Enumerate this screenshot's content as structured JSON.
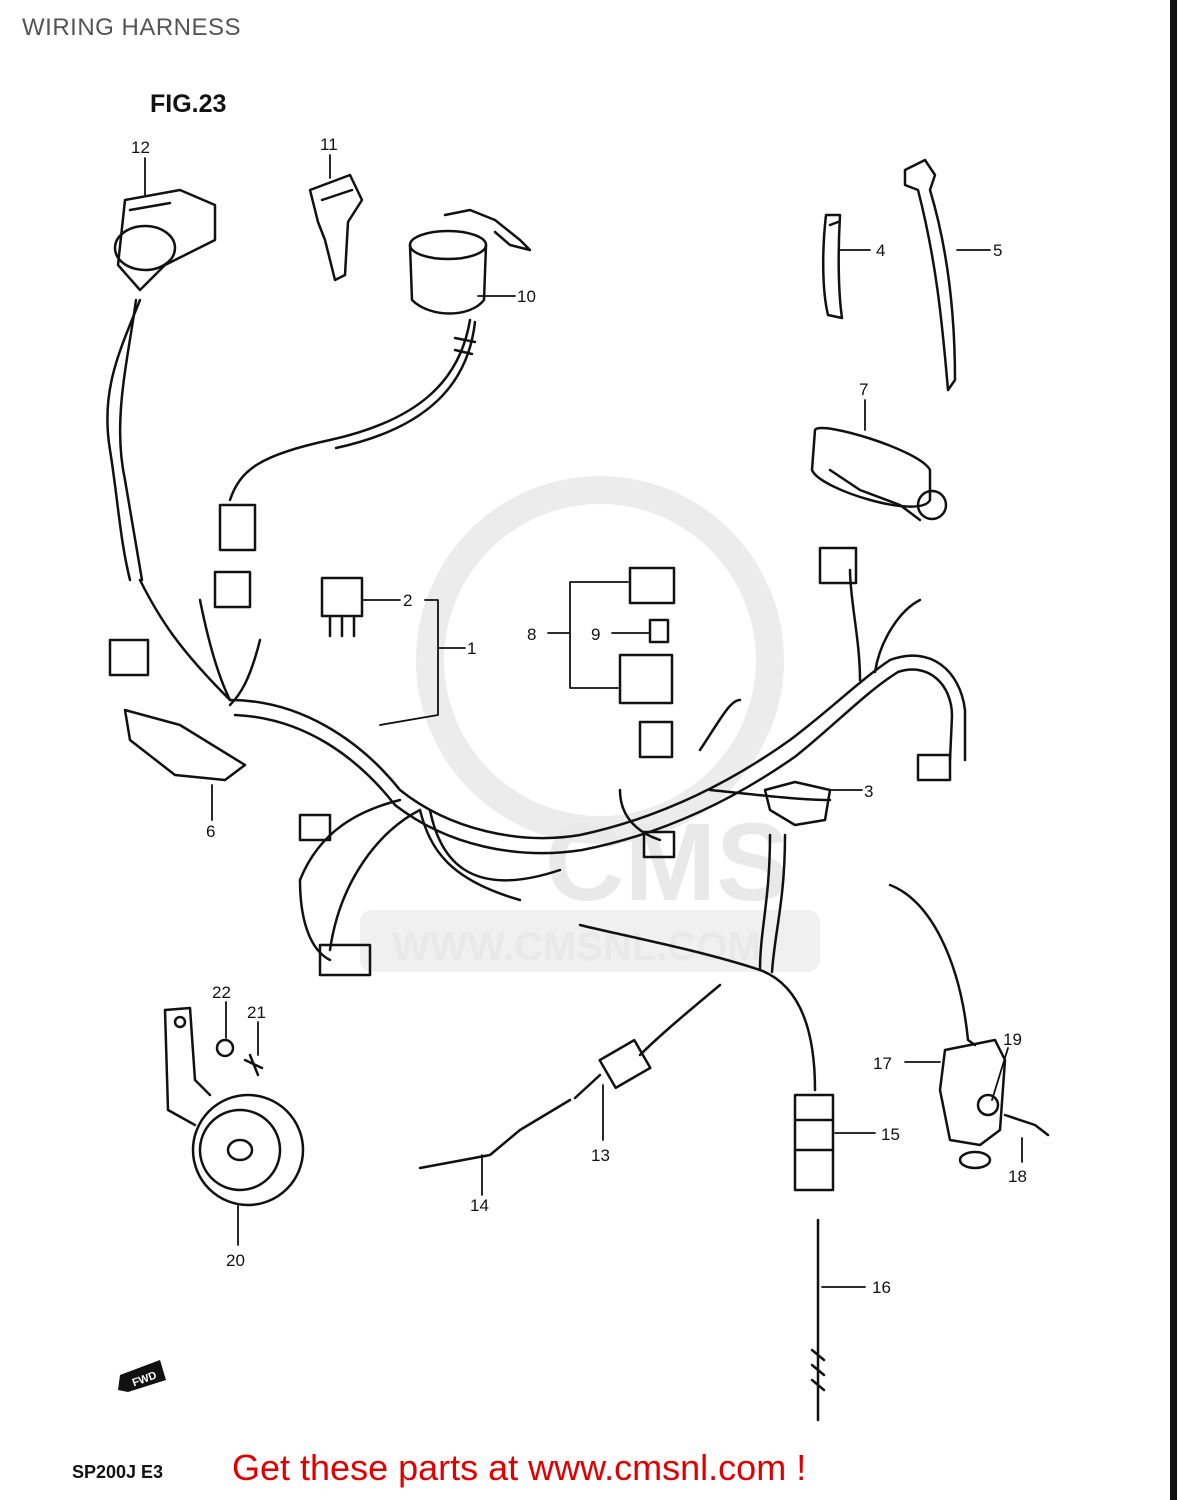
{
  "header": {
    "title": "WIRING HARNESS"
  },
  "figure": {
    "label": "FIG.23"
  },
  "watermark": {
    "text": "WWW.CMSNL.COM",
    "logo": "CMS"
  },
  "callouts": [
    {
      "id": "1",
      "text": "1"
    },
    {
      "id": "2",
      "text": "2"
    },
    {
      "id": "3",
      "text": "3"
    },
    {
      "id": "4",
      "text": "4"
    },
    {
      "id": "5",
      "text": "5"
    },
    {
      "id": "6",
      "text": "6"
    },
    {
      "id": "7",
      "text": "7"
    },
    {
      "id": "8",
      "text": "8"
    },
    {
      "id": "9",
      "text": "9"
    },
    {
      "id": "10",
      "text": "10"
    },
    {
      "id": "11",
      "text": "11"
    },
    {
      "id": "12",
      "text": "12"
    },
    {
      "id": "13",
      "text": "13"
    },
    {
      "id": "14",
      "text": "14"
    },
    {
      "id": "15",
      "text": "15"
    },
    {
      "id": "16",
      "text": "16"
    },
    {
      "id": "17",
      "text": "17"
    },
    {
      "id": "18",
      "text": "18"
    },
    {
      "id": "19",
      "text": "19"
    },
    {
      "id": "20",
      "text": "20"
    },
    {
      "id": "21",
      "text": "21"
    },
    {
      "id": "22",
      "text": "22"
    }
  ],
  "direction_marker": {
    "text": "FWD"
  },
  "footer": {
    "model_code": "SP200J E3",
    "promo": "Get these parts at www.cmsnl.com !"
  },
  "colors": {
    "line": "#111111",
    "watermark": "#e9e9e9",
    "promo": "#e00000"
  }
}
